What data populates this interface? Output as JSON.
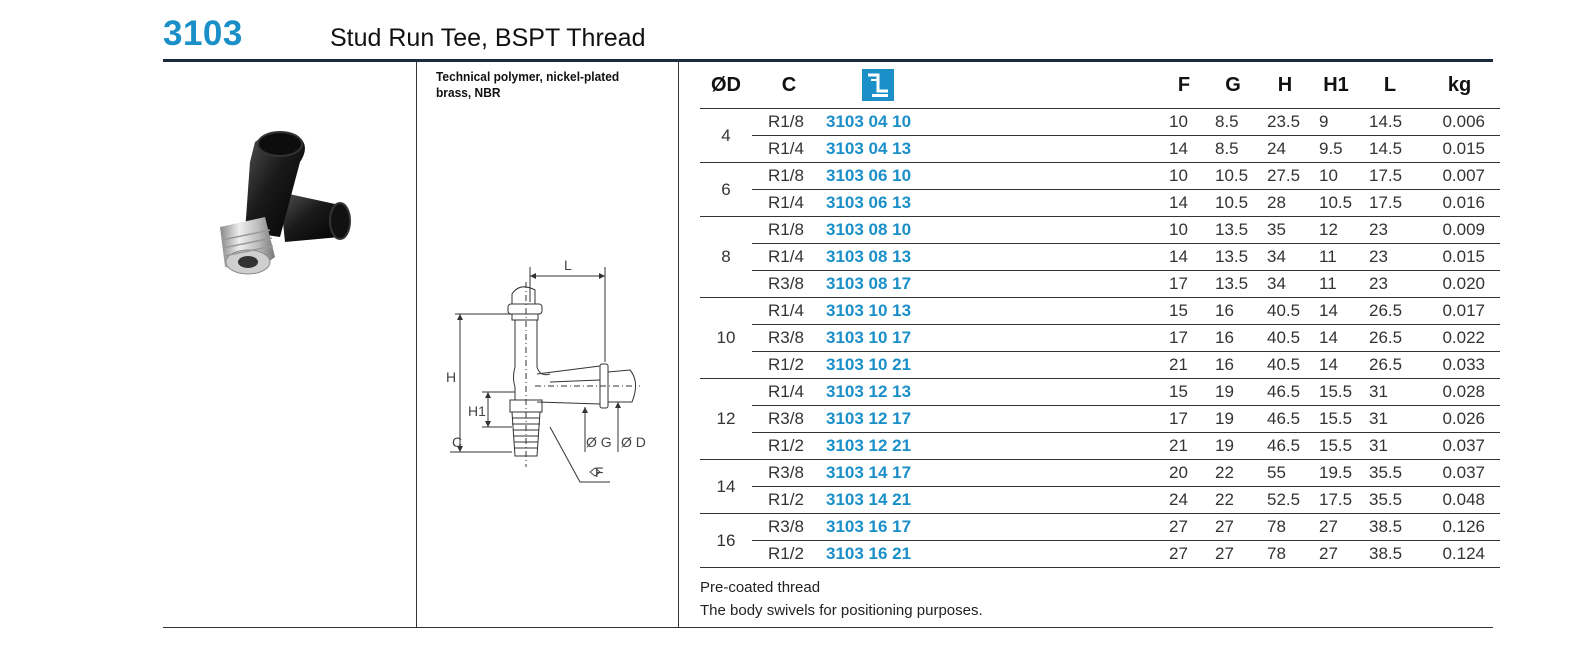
{
  "header": {
    "code": "3103",
    "title": "Stud Run Tee, BSPT Thread"
  },
  "material": "Technical polymer, nickel-plated brass, NBR",
  "drawing_labels": {
    "L": "L",
    "H": "H",
    "H1": "H1",
    "C": "C",
    "G": "Ø G",
    "D": "Ø D",
    "F": "F"
  },
  "table": {
    "headers": [
      "ØD",
      "C",
      "",
      "F",
      "G",
      "H",
      "H1",
      "L",
      "kg"
    ],
    "header_icon": "push-in-fitting-icon",
    "groups": [
      {
        "d": "4",
        "rows": [
          {
            "c": "R1/8",
            "code": "3103 04 10",
            "f": "10",
            "g": "8.5",
            "h": "23.5",
            "h1": "9",
            "l": "14.5",
            "kg": "0.006"
          },
          {
            "c": "R1/4",
            "code": "3103 04 13",
            "f": "14",
            "g": "8.5",
            "h": "24",
            "h1": "9.5",
            "l": "14.5",
            "kg": "0.015"
          }
        ]
      },
      {
        "d": "6",
        "rows": [
          {
            "c": "R1/8",
            "code": "3103 06 10",
            "f": "10",
            "g": "10.5",
            "h": "27.5",
            "h1": "10",
            "l": "17.5",
            "kg": "0.007"
          },
          {
            "c": "R1/4",
            "code": "3103 06 13",
            "f": "14",
            "g": "10.5",
            "h": "28",
            "h1": "10.5",
            "l": "17.5",
            "kg": "0.016"
          }
        ]
      },
      {
        "d": "8",
        "rows": [
          {
            "c": "R1/8",
            "code": "3103 08 10",
            "f": "10",
            "g": "13.5",
            "h": "35",
            "h1": "12",
            "l": "23",
            "kg": "0.009"
          },
          {
            "c": "R1/4",
            "code": "3103 08 13",
            "f": "14",
            "g": "13.5",
            "h": "34",
            "h1": "11",
            "l": "23",
            "kg": "0.015"
          },
          {
            "c": "R3/8",
            "code": "3103 08 17",
            "f": "17",
            "g": "13.5",
            "h": "34",
            "h1": "11",
            "l": "23",
            "kg": "0.020"
          }
        ]
      },
      {
        "d": "10",
        "rows": [
          {
            "c": "R1/4",
            "code": "3103 10 13",
            "f": "15",
            "g": "16",
            "h": "40.5",
            "h1": "14",
            "l": "26.5",
            "kg": "0.017"
          },
          {
            "c": "R3/8",
            "code": "3103 10 17",
            "f": "17",
            "g": "16",
            "h": "40.5",
            "h1": "14",
            "l": "26.5",
            "kg": "0.022"
          },
          {
            "c": "R1/2",
            "code": "3103 10 21",
            "f": "21",
            "g": "16",
            "h": "40.5",
            "h1": "14",
            "l": "26.5",
            "kg": "0.033"
          }
        ]
      },
      {
        "d": "12",
        "rows": [
          {
            "c": "R1/4",
            "code": "3103 12 13",
            "f": "15",
            "g": "19",
            "h": "46.5",
            "h1": "15.5",
            "l": "31",
            "kg": "0.028"
          },
          {
            "c": "R3/8",
            "code": "3103 12 17",
            "f": "17",
            "g": "19",
            "h": "46.5",
            "h1": "15.5",
            "l": "31",
            "kg": "0.026"
          },
          {
            "c": "R1/2",
            "code": "3103 12 21",
            "f": "21",
            "g": "19",
            "h": "46.5",
            "h1": "15.5",
            "l": "31",
            "kg": "0.037"
          }
        ]
      },
      {
        "d": "14",
        "rows": [
          {
            "c": "R3/8",
            "code": "3103 14 17",
            "f": "20",
            "g": "22",
            "h": "55",
            "h1": "19.5",
            "l": "35.5",
            "kg": "0.037"
          },
          {
            "c": "R1/2",
            "code": "3103 14 21",
            "f": "24",
            "g": "22",
            "h": "52.5",
            "h1": "17.5",
            "l": "35.5",
            "kg": "0.048"
          }
        ]
      },
      {
        "d": "16",
        "rows": [
          {
            "c": "R3/8",
            "code": "3103 16 17",
            "f": "27",
            "g": "27",
            "h": "78",
            "h1": "27",
            "l": "38.5",
            "kg": "0.126"
          },
          {
            "c": "R1/2",
            "code": "3103 16 21",
            "f": "27",
            "g": "27",
            "h": "78",
            "h1": "27",
            "l": "38.5",
            "kg": "0.124"
          }
        ]
      }
    ]
  },
  "notes": [
    "Pre-coated thread",
    "The body swivels for positioning purposes."
  ],
  "colors": {
    "accent": "#1a8fc8",
    "rule": "#1c2a3e"
  }
}
